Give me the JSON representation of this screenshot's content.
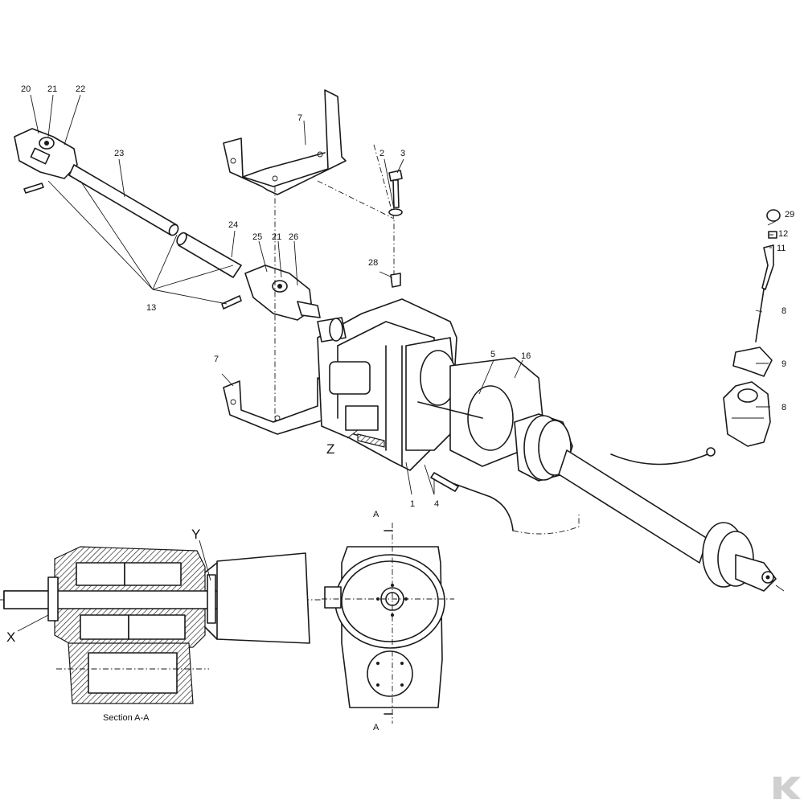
{
  "callouts": {
    "c20": "20",
    "c21a": "21",
    "c22": "22",
    "c23": "23",
    "c24": "24",
    "c25": "25",
    "c21b": "21",
    "c26": "26",
    "c13": "13",
    "c7a": "7",
    "c2": "2",
    "c3": "3",
    "c28": "28",
    "c7b": "7",
    "c5": "5",
    "c16": "16",
    "c1": "1",
    "c4": "4",
    "c29": "29",
    "c12": "12",
    "c11": "11",
    "c8a": "8",
    "c9": "9",
    "c8b": "8"
  },
  "letters": {
    "z": "Z",
    "y": "Y",
    "x": "X",
    "a_top": "A",
    "a_bottom": "A"
  },
  "section_caption": "Section A-A",
  "colors": {
    "ink": "#1a1a1a",
    "paper": "#ffffff",
    "watermark": "#d0d0d0"
  }
}
